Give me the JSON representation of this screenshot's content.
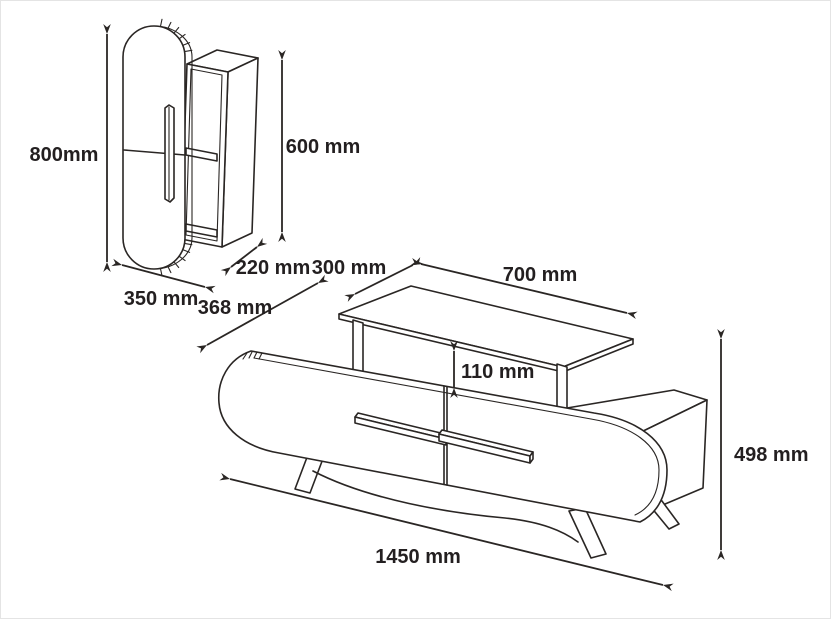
{
  "dims": {
    "cabinet_height": "800mm",
    "cabinet_door_height": "600 mm",
    "cabinet_width": "350 mm",
    "cabinet_depth": "220 mm",
    "shelf_depth": "300 mm",
    "stand_depth": "368 mm",
    "shelf_width": "700 mm",
    "shelf_clearance": "110 mm",
    "stand_width": "1450 mm",
    "stand_height": "498 mm"
  },
  "style": {
    "line_color": "#2a2624",
    "text_color": "#231f20",
    "background_color": "#ffffff"
  }
}
